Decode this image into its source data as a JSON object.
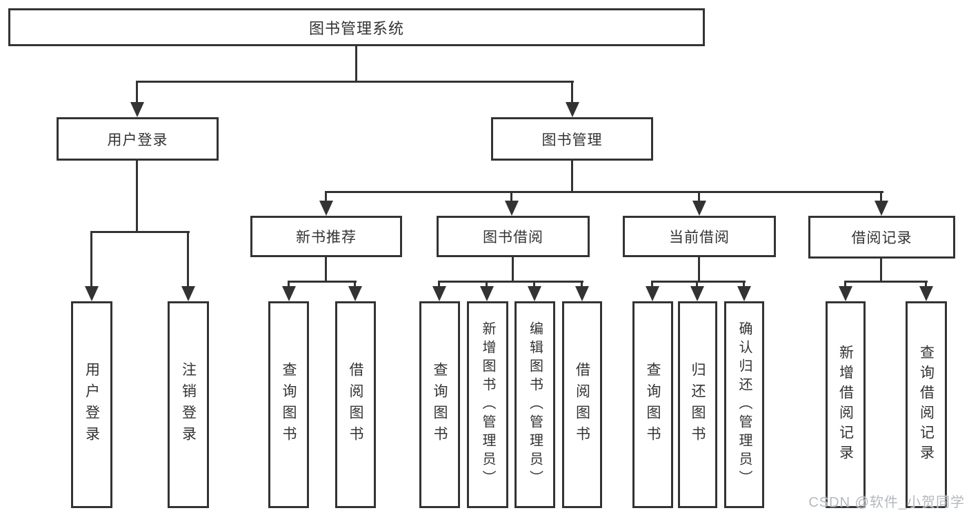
{
  "tree": {
    "label": "图书管理系统",
    "children": [
      {
        "label": "用户登录",
        "children": [
          {
            "label": "用户登录"
          },
          {
            "label": "注销登录"
          }
        ]
      },
      {
        "label": "图书管理",
        "children": [
          {
            "label": "新书推荐",
            "children": [
              {
                "label": "查询图书"
              },
              {
                "label": "借阅图书"
              }
            ]
          },
          {
            "label": "图书借阅",
            "children": [
              {
                "label": "查询图书"
              },
              {
                "label": "新增图书（管理员）"
              },
              {
                "label": "编辑图书（管理员）"
              },
              {
                "label": "借阅图书"
              }
            ]
          },
          {
            "label": "当前借阅",
            "children": [
              {
                "label": "查询图书"
              },
              {
                "label": "归还图书"
              },
              {
                "label": "确认归还（管理员）"
              }
            ]
          },
          {
            "label": "借阅记录",
            "children": [
              {
                "label": "新增借阅记录"
              },
              {
                "label": "查询借阅记录"
              }
            ]
          }
        ]
      }
    ]
  },
  "watermark": {
    "text": "CSDN @软件_小贺同学"
  },
  "colors": {
    "line": "#333333",
    "background": "#ffffff",
    "text": "#333333",
    "watermark": "#b5b8bd"
  }
}
